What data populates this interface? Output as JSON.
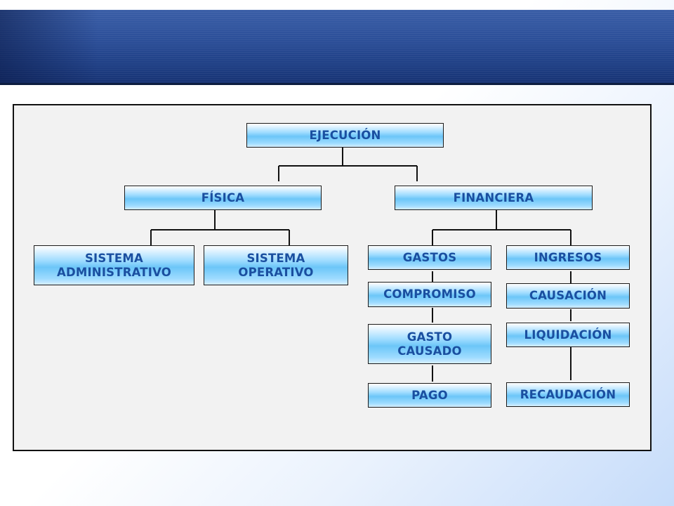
{
  "diagram": {
    "nodes": {
      "ejecucion": "EJECUCIÓN",
      "fisica": "FÍSICA",
      "financiera": "FINANCIERA",
      "sistema_administrativo": "SISTEMA\nADMINISTRATIVO",
      "sistema_operativo": "SISTEMA\nOPERATIVO",
      "gastos": "GASTOS",
      "ingresos": "INGRESOS",
      "compromiso": "COMPROMISO",
      "gasto_causado": "GASTO\nCAUSADO",
      "pago": "PAGO",
      "causacion": "CAUSACIÓN",
      "liquidacion": "LIQUIDACIÓN",
      "recaudacion": "RECAUDACIÓN"
    },
    "edges": [
      [
        "ejecucion",
        "fisica"
      ],
      [
        "ejecucion",
        "financiera"
      ],
      [
        "fisica",
        "sistema_administrativo"
      ],
      [
        "fisica",
        "sistema_operativo"
      ],
      [
        "financiera",
        "gastos"
      ],
      [
        "financiera",
        "ingresos"
      ],
      [
        "gastos",
        "compromiso"
      ],
      [
        "compromiso",
        "gasto_causado"
      ],
      [
        "gasto_causado",
        "pago"
      ],
      [
        "ingresos",
        "causacion"
      ],
      [
        "causacion",
        "liquidacion"
      ],
      [
        "liquidacion",
        "recaudacion"
      ]
    ],
    "colors": {
      "text": "#1a4fa0",
      "box_fill": "#6cc6f8",
      "panel": "#f2f2f2",
      "header": "#2c4f99"
    }
  }
}
